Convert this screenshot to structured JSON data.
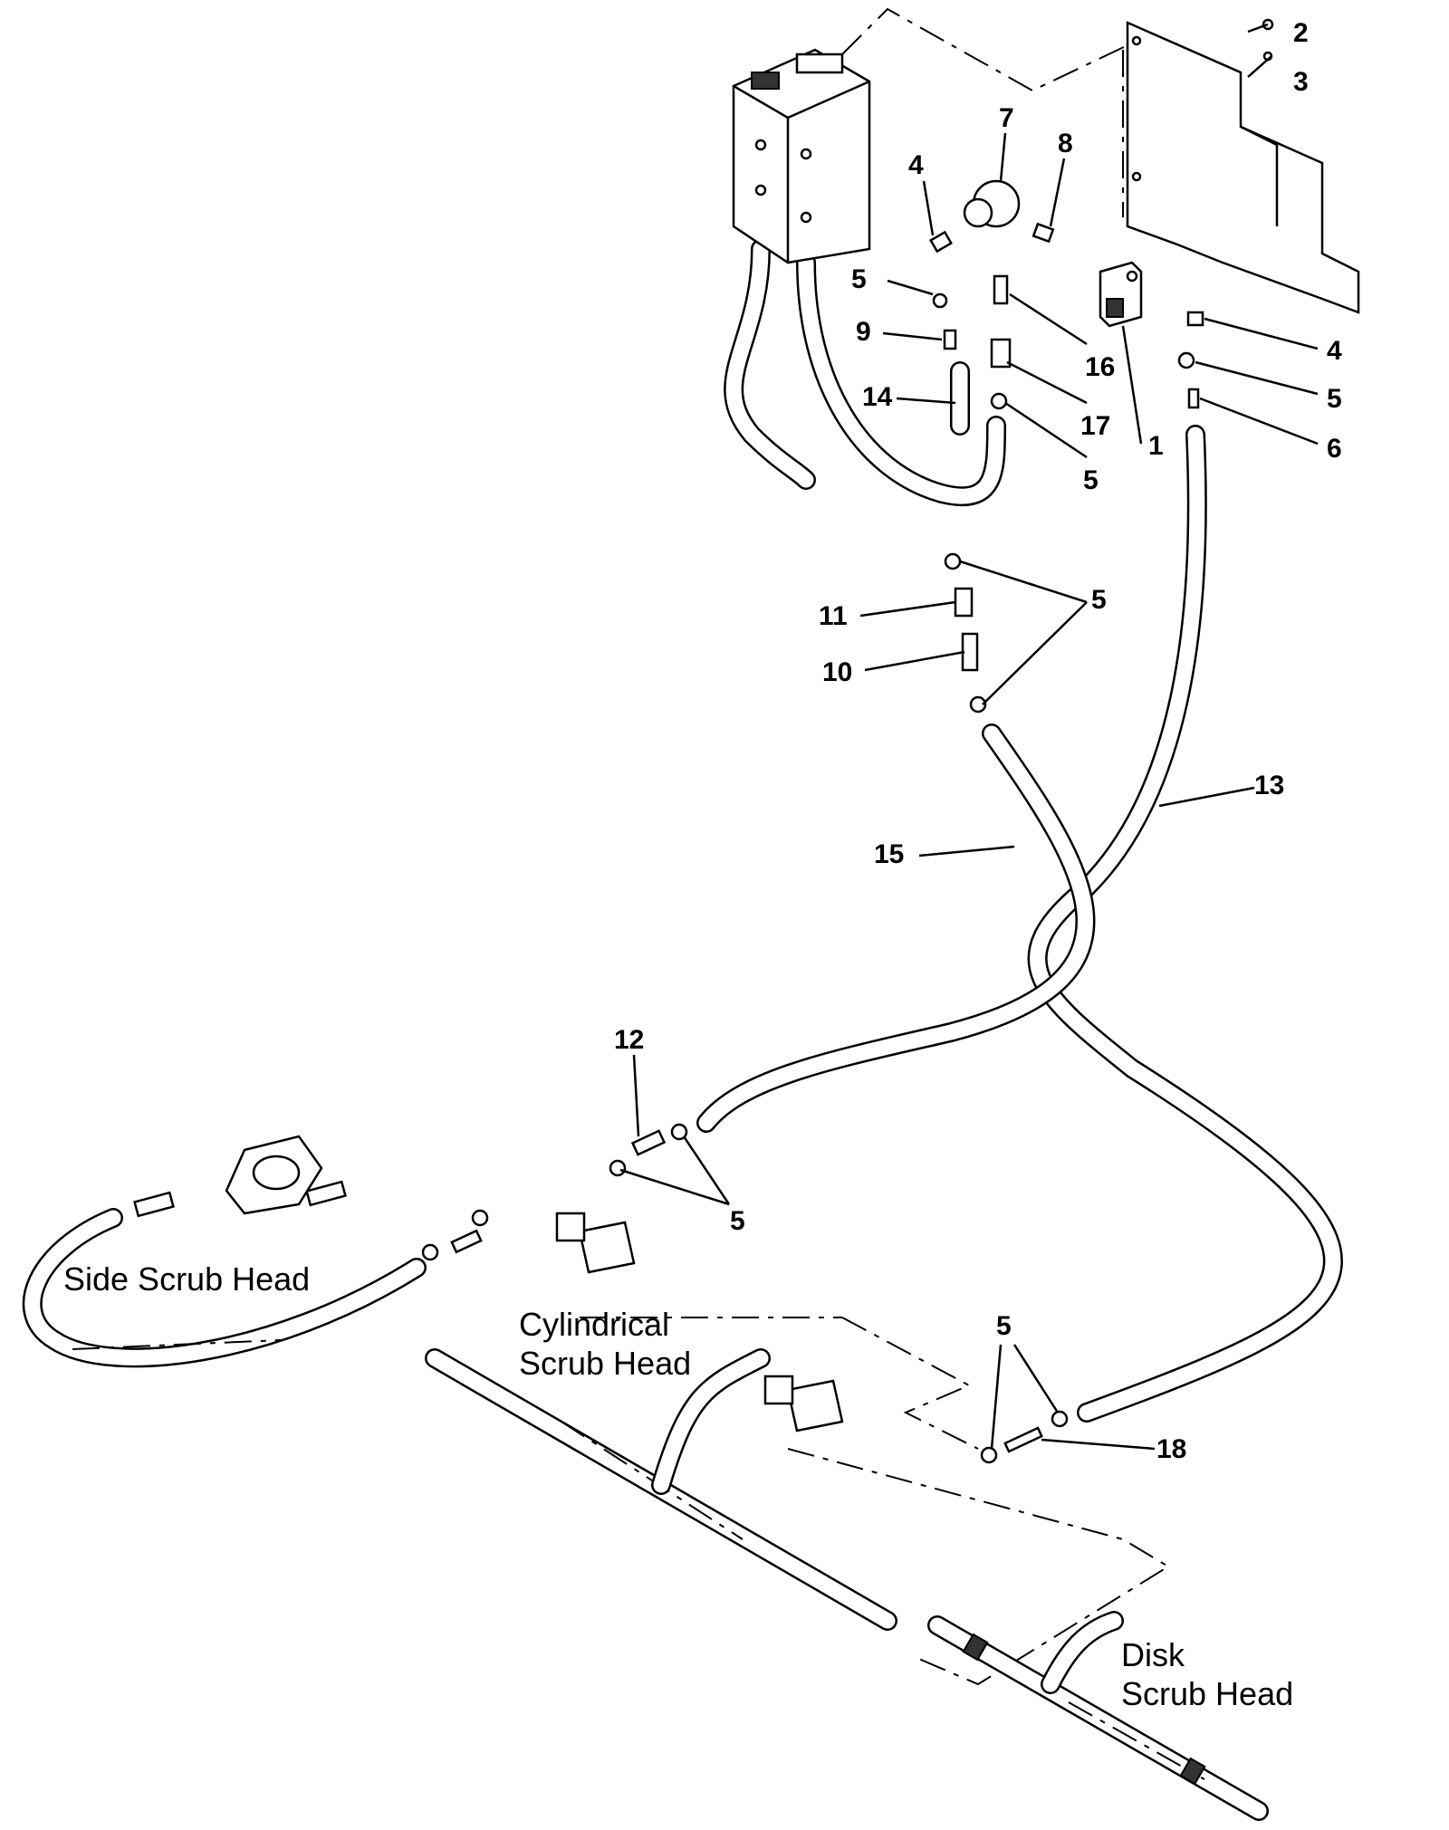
{
  "callouts": {
    "c1": "1",
    "c2": "2",
    "c3": "3",
    "c4a": "4",
    "c4b": "4",
    "c5a": "5",
    "c5b": "5",
    "c5c": "5",
    "c5d": "5",
    "c5e": "5",
    "c5f": "5",
    "c6": "6",
    "c7": "7",
    "c8": "8",
    "c9": "9",
    "c10": "10",
    "c11": "11",
    "c12": "12",
    "c13": "13",
    "c14": "14",
    "c15": "15",
    "c16": "16",
    "c17": "17",
    "c18": "18"
  },
  "labels": {
    "side_scrub": "Side Scrub Head",
    "cylindrical_1": "Cylindrical",
    "cylindrical_2": "Scrub Head",
    "disk_1": "Disk",
    "disk_2": "Scrub Head"
  }
}
